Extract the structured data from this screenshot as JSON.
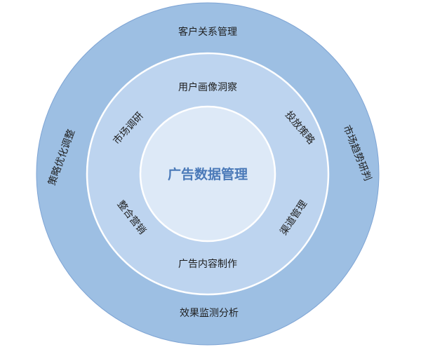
{
  "diagram": {
    "center": "广告数据管理",
    "middle_ring": {
      "top": "用户画像洞察",
      "bottom": "广告内容制作",
      "upper_left": "市场调研",
      "upper_right": "投放策略",
      "lower_left": "整合营销",
      "lower_right": "渠道管理"
    },
    "outer_ring": {
      "top": "客户关系管理",
      "bottom": "效果监测分析",
      "left": "策略优化调整",
      "right": "市场趋势研判"
    },
    "colors": {
      "outer_ring": "#9dbfe3",
      "middle_ring": "#bdd4ef",
      "inner_circle": "#dde9f7",
      "outline": "#7ea4d4",
      "center_text": "#4a79b8",
      "label_text": "#1f1f1f"
    }
  }
}
